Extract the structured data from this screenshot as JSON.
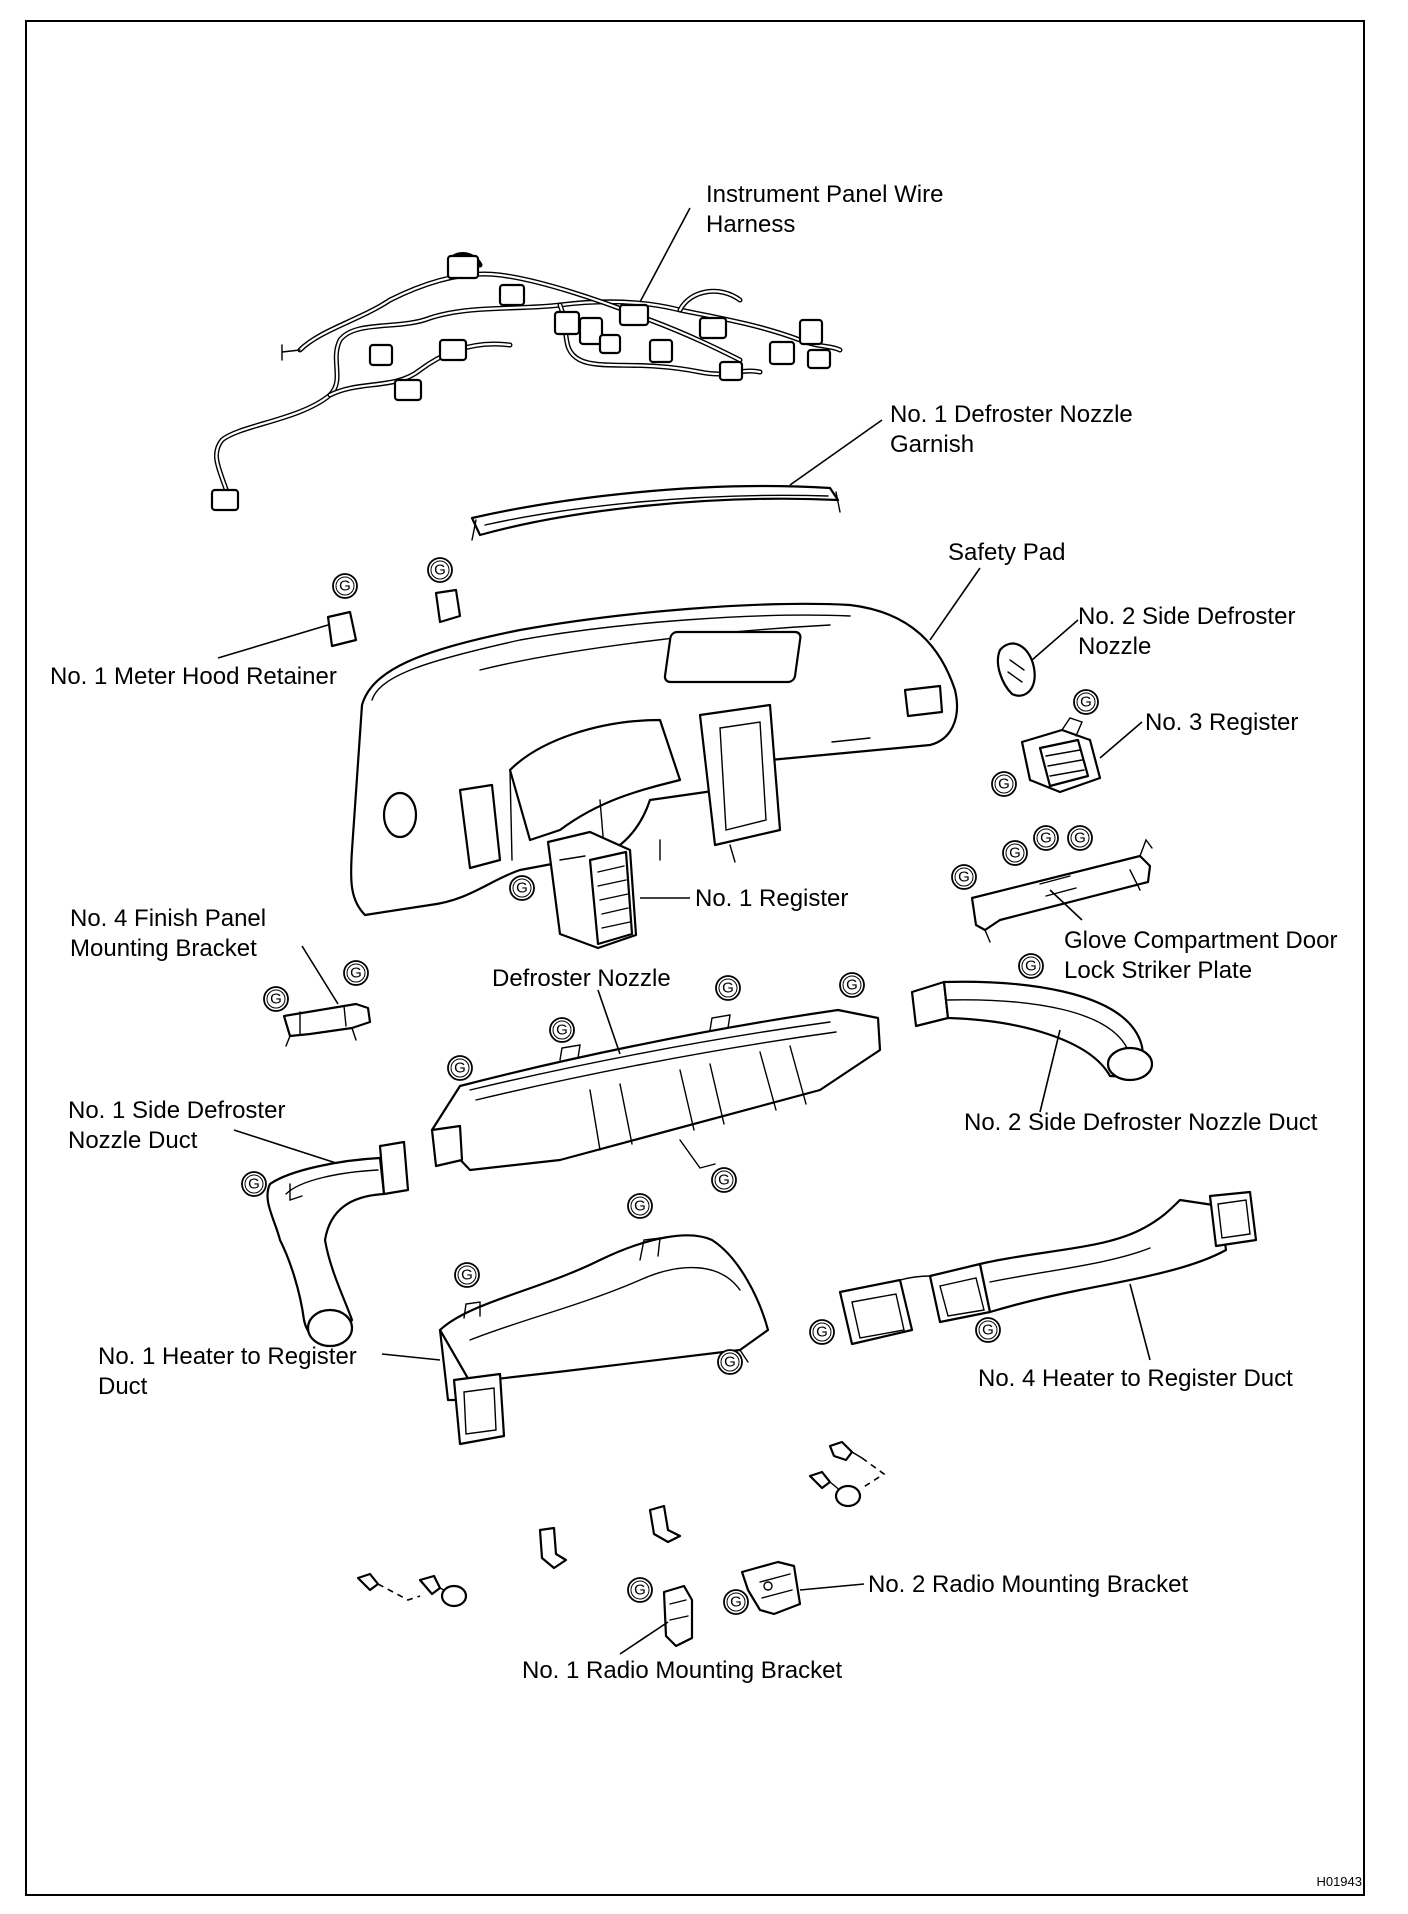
{
  "labels": {
    "wire_harness_1": "Instrument Panel Wire",
    "wire_harness_2": "Harness",
    "defroster_garnish_1": "No. 1 Defroster Nozzle",
    "defroster_garnish_2": "Garnish",
    "safety_pad": "Safety Pad",
    "meter_hood_retainer": "No. 1 Meter Hood Retainer",
    "side_defroster_nozzle_1": "No. 2 Side Defroster",
    "side_defroster_nozzle_2": "Nozzle",
    "no3_register": "No. 3 Register",
    "no1_register": "No. 1 Register",
    "finish_panel_bracket_1": "No. 4 Finish Panel",
    "finish_panel_bracket_2": "Mounting Bracket",
    "defroster_nozzle": "Defroster Nozzle",
    "glove_striker_1": "Glove Compartment Door",
    "glove_striker_2": "Lock Striker Plate",
    "side_defroster_duct1_1": "No. 1 Side Defroster",
    "side_defroster_duct1_2": "Nozzle Duct",
    "side_defroster_duct2": "No. 2 Side Defroster Nozzle Duct",
    "heater_duct1_1": "No. 1 Heater to Register",
    "heater_duct1_2": "Duct",
    "heater_duct4": "No. 4 Heater to Register Duct",
    "radio_bracket2": "No. 2 Radio Mounting Bracket",
    "radio_bracket1": "No. 1 Radio Mounting Bracket"
  },
  "clip_symbol": "G",
  "figure_code": "H01943"
}
